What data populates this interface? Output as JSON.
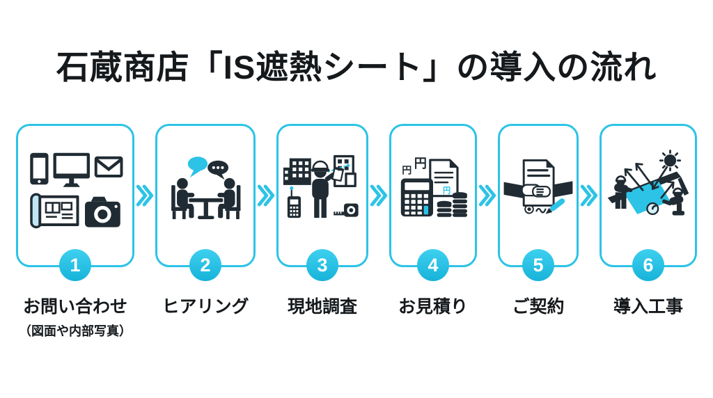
{
  "title": "石蔵商店「IS遮熱シート」の導入の流れ",
  "colors": {
    "accent": "#2cc3e6",
    "icon_dark": "#202b33",
    "text": "#15191c"
  },
  "steps": [
    {
      "number": "1",
      "label": "お問い合わせ",
      "sublabel": "（図面や内部写真）",
      "icon": "contact-devices-icon"
    },
    {
      "number": "2",
      "label": "ヒアリング",
      "icon": "meeting-icon"
    },
    {
      "number": "3",
      "label": "現地調査",
      "icon": "site-survey-icon"
    },
    {
      "number": "4",
      "label": "お見積り",
      "icon": "estimate-icon"
    },
    {
      "number": "5",
      "label": "ご契約",
      "icon": "contract-icon"
    },
    {
      "number": "6",
      "label": "導入工事",
      "icon": "installation-icon"
    }
  ],
  "icon_glyphs": {
    "yen": "円"
  }
}
